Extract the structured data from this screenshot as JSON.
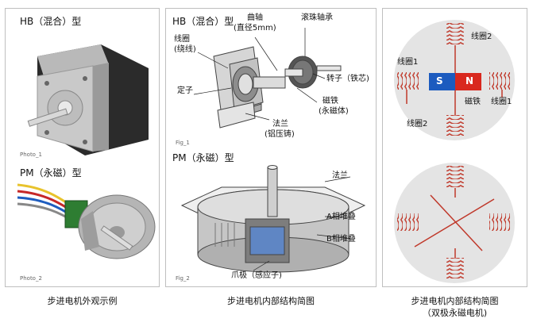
{
  "panel1": {
    "hb_title": "HB（混合）型",
    "photo1_label": "Photo_1",
    "pm_title": "PM（永磁）型",
    "photo2_label": "Photo_2",
    "caption": "步进电机外观示例"
  },
  "panel2": {
    "hb_title": "HB（混合）型",
    "labels": {
      "shaft": "曲轴",
      "shaft_dia": "(直径5mm)",
      "bearing": "滚珠轴承",
      "coil": "线圈",
      "coil_sub": "(绕线)",
      "rotor": "转子（铁芯)",
      "stator": "定子",
      "magnet": "磁铁",
      "magnet_sub": "(永磁体)",
      "flange": "法兰",
      "flange_sub": "(铝压铸)"
    },
    "fig1_label": "Fig_1",
    "pm_title": "PM（永磁）型",
    "pm_labels": {
      "flange": "法兰",
      "a_stack": "A相堆叠",
      "b_stack": "B相堆叠",
      "claw": "爪极（感应子)"
    },
    "fig2_label": "Fig_2",
    "caption": "步进电机内部结构简图"
  },
  "panel3": {
    "labels": {
      "coil2_top": "线圈2",
      "coil1_left": "线圈1",
      "s": "S",
      "n": "N",
      "magnet": "磁铁",
      "coil1_right": "线圈1",
      "coil2_bottom": "线圈2"
    },
    "caption_line1": "步进电机内部结构简图",
    "caption_line2": "（双极永磁电机)"
  },
  "colors": {
    "coil_red": "#c0392b",
    "magnet_blue": "#1c5bbf",
    "magnet_red": "#d9281e",
    "circle_gray": "#e4e4e4"
  }
}
